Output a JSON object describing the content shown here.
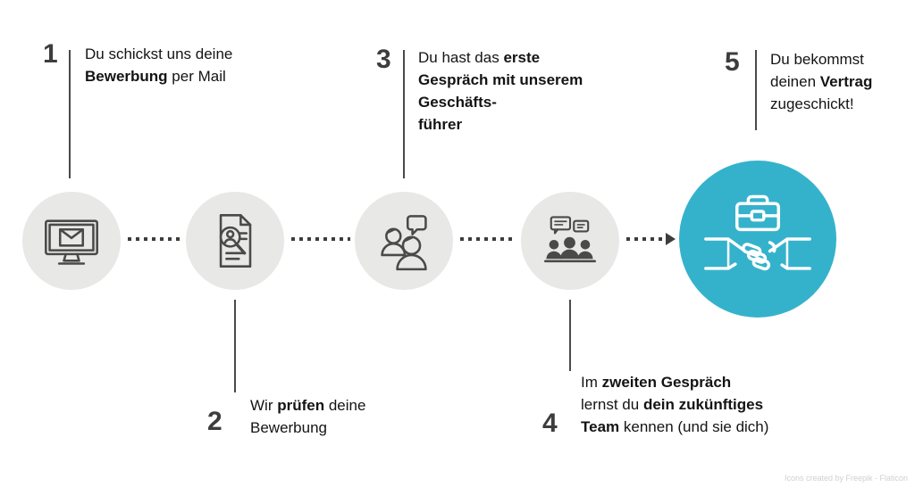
{
  "diagram_title": "application-process-steps",
  "colors": {
    "accent_teal": "#35b2cb",
    "circle_background": "#e8e8e7",
    "line": "#4a4a4a",
    "text": "#141414",
    "number": "#3d3d3d"
  },
  "steps": [
    {
      "number": "1",
      "icon": "monitor-mail-icon",
      "lines": [
        [
          {
            "t": "Du schickst uns deine",
            "b": false
          }
        ],
        [
          {
            "t": "Bewerbung",
            "b": true
          },
          {
            "t": " per Mail",
            "b": false
          }
        ]
      ]
    },
    {
      "number": "2",
      "icon": "cv-magnifier-icon",
      "lines": [
        [
          {
            "t": "Wir ",
            "b": false
          },
          {
            "t": "prüfen",
            "b": true
          },
          {
            "t": " deine",
            "b": false
          }
        ],
        [
          {
            "t": "Bewerbung",
            "b": false
          }
        ]
      ]
    },
    {
      "number": "3",
      "icon": "interview-speech-icon",
      "lines": [
        [
          {
            "t": "Du hast das ",
            "b": false
          },
          {
            "t": "erste",
            "b": true
          }
        ],
        [
          {
            "t": "Gespräch mit unserem",
            "b": true
          }
        ],
        [
          {
            "t": "Geschäfts-",
            "b": true
          }
        ],
        [
          {
            "t": "führer",
            "b": true
          }
        ]
      ]
    },
    {
      "number": "4",
      "icon": "team-meeting-icon",
      "lines": [
        [
          {
            "t": "Im ",
            "b": false
          },
          {
            "t": "zweiten Gespräch",
            "b": true
          }
        ],
        [
          {
            "t": "lernst du ",
            "b": false
          },
          {
            "t": "dein zukünftiges",
            "b": true
          }
        ],
        [
          {
            "t": "Team",
            "b": true
          },
          {
            "t": " kennen (und sie dich)",
            "b": false
          }
        ]
      ]
    },
    {
      "number": "5",
      "icon": "handshake-briefcase-icon",
      "lines": [
        [
          {
            "t": "Du bekommst",
            "b": false
          }
        ],
        [
          {
            "t": "deinen ",
            "b": false
          },
          {
            "t": "Vertrag",
            "b": true
          }
        ],
        [
          {
            "t": "zugeschickt!",
            "b": false
          }
        ]
      ]
    }
  ],
  "attribution": "Icons created by Freepik - Flaticon"
}
